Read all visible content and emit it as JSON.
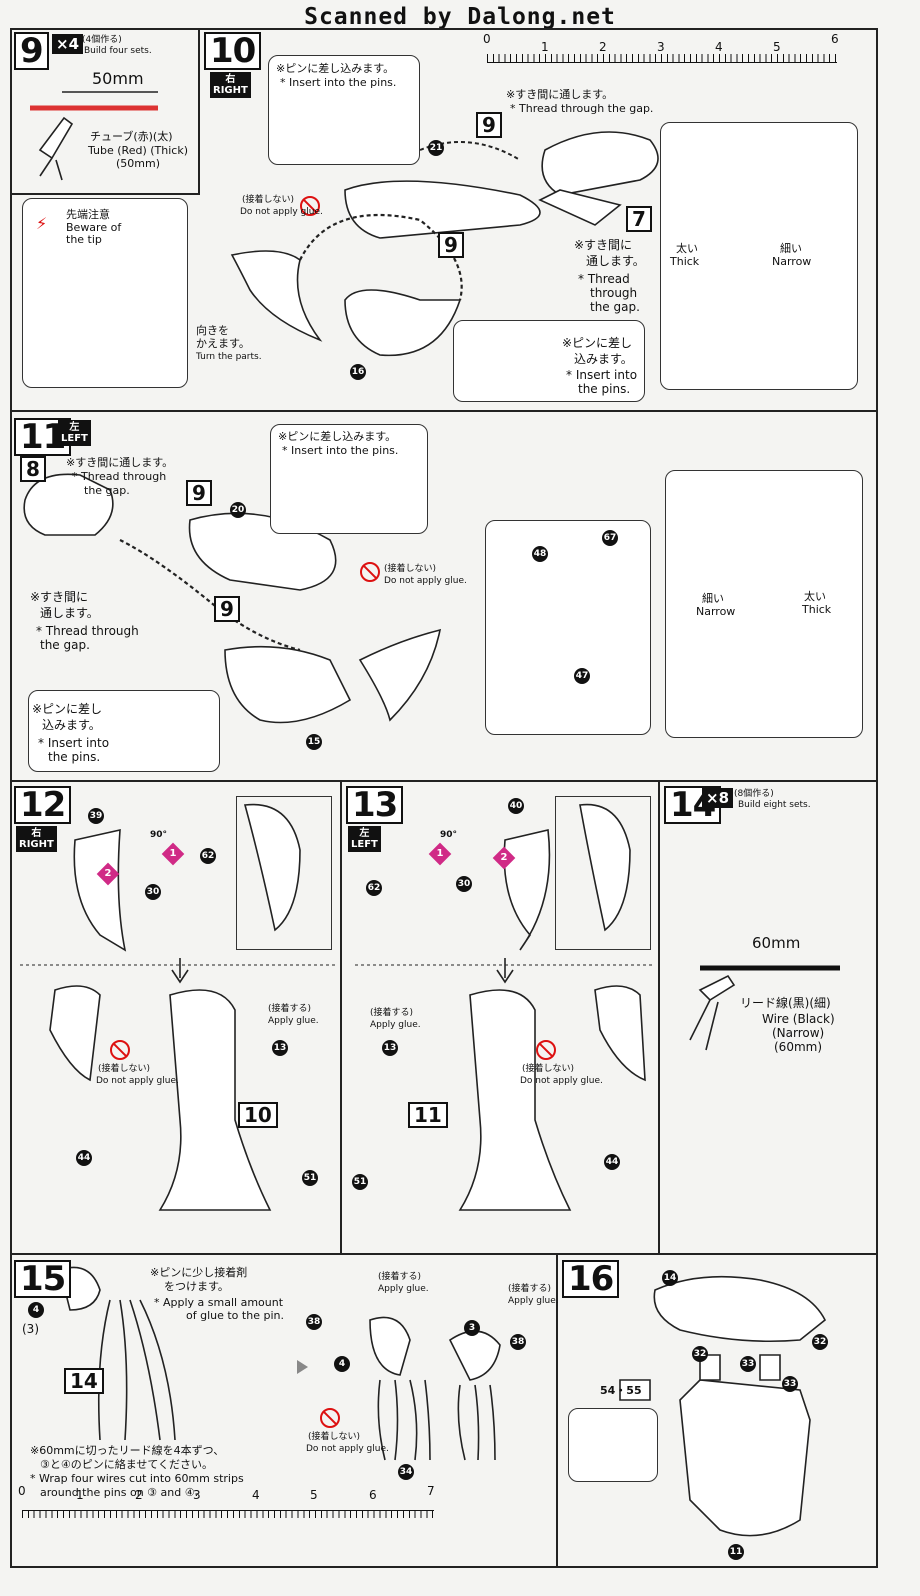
{
  "header": {
    "watermark": "Scanned by Dalong.net"
  },
  "ruler_top": {
    "labels": [
      "0",
      "1",
      "2",
      "3",
      "4",
      "5",
      "6"
    ]
  },
  "ruler_bottom": {
    "labels": [
      "0",
      "1",
      "2",
      "3",
      "4",
      "5",
      "6",
      "7"
    ]
  },
  "step9": {
    "number": "9",
    "multiplier": "×4",
    "note_jp": "(4個作る)",
    "note_en": "Build four sets.",
    "length": "50mm",
    "tube_jp": "チューブ(赤)(太)",
    "tube_en1": "Tube (Red) (Thick)",
    "tube_en2": "(50mm)"
  },
  "step10": {
    "number": "10",
    "side_jp": "右",
    "side_en": "RIGHT",
    "pins_jp": "※ピンに差し込みます。",
    "pins_en": "* Insert into the pins.",
    "gap_jp": "※すき間に通します。",
    "gap_en": "* Thread through the gap.",
    "nonglue_jp": "(接着しない)",
    "nonglue_en": "Do not apply glue.",
    "tip_jp": "先端注意",
    "tip_en1": "Beware of",
    "tip_en2": "the tip",
    "turn_jp1": "向きを",
    "turn_jp2": "かえます。",
    "turn_en": "Turn the parts.",
    "gap2_jp1": "※すき間に",
    "gap2_jp2": "通します。",
    "gap2_en1": "* Thread",
    "gap2_en2": "through",
    "gap2_en3": "the gap.",
    "pins2_jp1": "※ピンに差し",
    "pins2_jp2": "込みます。",
    "pins2_en1": "* Insert into",
    "pins2_en2": "the pins.",
    "thick_jp": "太い",
    "thick_en": "Thick",
    "narrow_jp": "細い",
    "narrow_en": "Narrow",
    "parts": [
      "21",
      "67",
      "48",
      "47",
      "16"
    ],
    "boxes": [
      "9",
      "9",
      "7"
    ]
  },
  "step11": {
    "number": "11",
    "side_jp": "左",
    "side_en": "LEFT",
    "gap_jp": "※すき間に通します。",
    "gap_en1": "* Thread through",
    "gap_en2": "the gap.",
    "pins_jp": "※ピンに差し込みます。",
    "pins_en": "* Insert into the pins.",
    "gap2_jp1": "※すき間に",
    "gap2_jp2": "通します。",
    "gap2_en1": "* Thread through",
    "gap2_en2": "the gap.",
    "nonglue_jp": "(接着しない)",
    "nonglue_en": "Do not apply glue.",
    "pins2_jp1": "※ピンに差し",
    "pins2_jp2": "込みます。",
    "pins2_en1": "* Insert into",
    "pins2_en2": "the pins.",
    "narrow_jp": "細い",
    "narrow_en": "Narrow",
    "thick_jp": "太い",
    "thick_en": "Thick",
    "parts": [
      "20",
      "15",
      "48",
      "67",
      "47"
    ],
    "boxes": [
      "8",
      "9",
      "9"
    ]
  },
  "step12": {
    "number": "12",
    "side_jp": "右",
    "side_en": "RIGHT",
    "angle": "90°",
    "glue_jp": "(接着する)",
    "glue_en": "Apply glue.",
    "nonglue_jp": "(接着しない)",
    "nonglue_en": "Do not apply glue.",
    "parts": [
      "39",
      "30",
      "62",
      "13",
      "44",
      "51"
    ],
    "box": "10",
    "marks": [
      "1",
      "2"
    ]
  },
  "step13": {
    "number": "13",
    "side_jp": "左",
    "side_en": "LEFT",
    "angle": "90°",
    "glue_jp": "(接着する)",
    "glue_en": "Apply glue.",
    "nonglue_jp": "(接着しない)",
    "nonglue_en": "Do not apply glue.",
    "parts": [
      "40",
      "30",
      "62",
      "13",
      "51",
      "44"
    ],
    "box": "11",
    "marks": [
      "1",
      "2"
    ]
  },
  "step14": {
    "number": "14",
    "multiplier": "×8",
    "note_jp": "(8個作る)",
    "note_en": "Build eight sets.",
    "length": "60mm",
    "wire_jp": "リード線(黒)(細)",
    "wire_en1": "Wire (Black)",
    "wire_en2": "(Narrow)",
    "wire_en3": "(60mm)"
  },
  "step15": {
    "number": "15",
    "glue_note_jp1": "※ピンに少し接着剤",
    "glue_note_jp2": "をつけます。",
    "glue_note_en1": "* Apply a small amount",
    "glue_note_en2": "of glue to the pin.",
    "part_a": "4",
    "part_b": "(3)",
    "box": "14",
    "wrap_jp1": "※60mmに切ったリード線を4本ずつ、",
    "wrap_jp2": "③と④のピンに絡ませてください。",
    "wrap_en1": "* Wrap four wires cut into 60mm strips",
    "wrap_en2": "around the pins on ③ and ④.",
    "glue_jp": "(接着する)",
    "glue_en": "Apply glue.",
    "nonglue_jp": "(接着しない)",
    "nonglue_en": "Do not apply glue.",
    "parts": [
      "38",
      "4",
      "3",
      "38",
      "34"
    ]
  },
  "step16": {
    "number": "16",
    "parts": [
      "14",
      "32",
      "32",
      "33",
      "33",
      "54・55",
      "11"
    ]
  }
}
